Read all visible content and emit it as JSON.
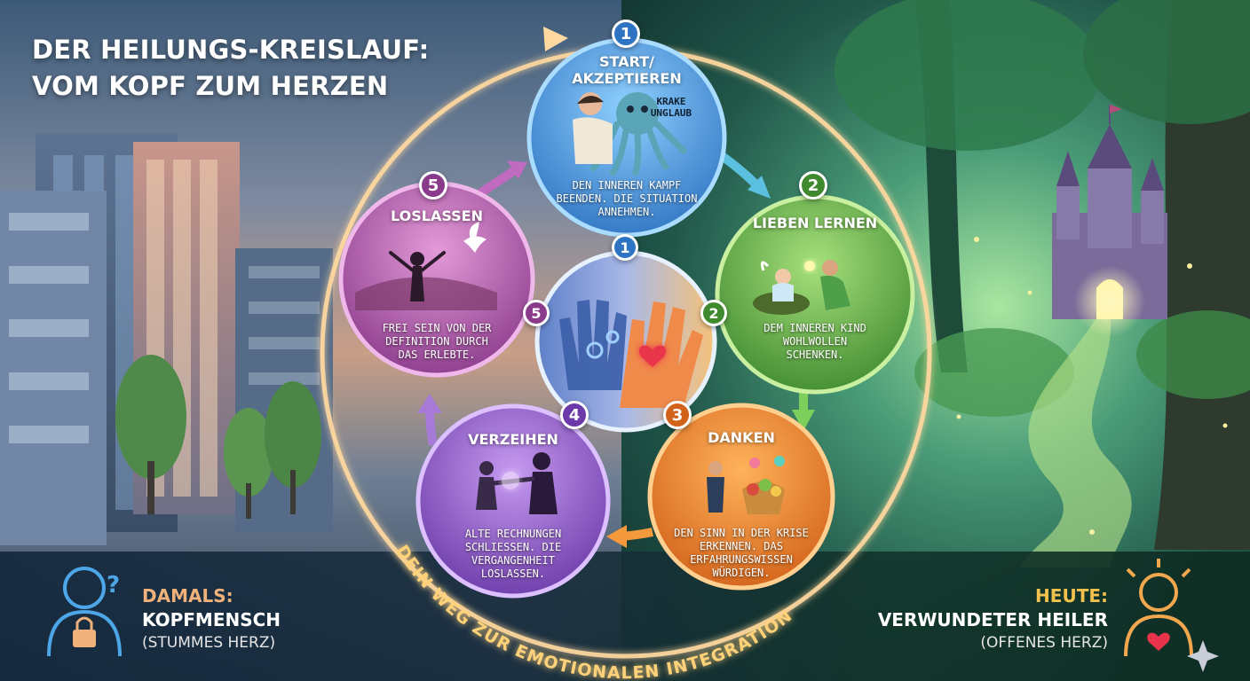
{
  "title": {
    "line1": "DER HEILUNGS-KREISLAUF:",
    "line2": "VOM KOPF ZUM HERZEN"
  },
  "steps": [
    {
      "number": "1",
      "heading_line1": "START/",
      "heading_line2": "AKZEPTIEREN",
      "tag_line1": "KRAKE",
      "tag_line2": "UNGLAUB",
      "desc_lines": [
        "DEN INNEREN KAMPF",
        "BEENDEN. DIE SITUATION",
        "ANNEHMEN."
      ],
      "color": "#3f8fd6"
    },
    {
      "number": "2",
      "heading": "LIEBEN LERNEN",
      "desc_lines": [
        "DEM INNEREN KIND",
        "WOHLWOLLEN",
        "SCHENKEN."
      ],
      "color": "#5aae44"
    },
    {
      "number": "3",
      "heading": "DANKEN",
      "desc_lines": [
        "DEN SINN IN DER KRISE",
        "ERKENNEN. DAS",
        "ERFAHRUNGSWISSEN",
        "WÜRDIGEN."
      ],
      "color": "#e07a1f"
    },
    {
      "number": "4",
      "heading": "VERZEIHEN",
      "desc_lines": [
        "ALTE RECHNUNGEN",
        "SCHLIESSEN. DIE",
        "VERGANGENHEIT",
        "LOSLASSEN."
      ],
      "color": "#8a4fc2"
    },
    {
      "number": "5",
      "heading": "LOSLASSEN",
      "desc_lines": [
        "FREI SEIN VON DER",
        "DEFINITION DURCH",
        "DAS ERLEBTE."
      ],
      "color": "#a8459c"
    }
  ],
  "center_numbers": [
    "1",
    "2",
    "3",
    "4",
    "5"
  ],
  "ring_text": "DEIN WEG ZUR EMOTIONALEN INTEGRATION",
  "left_caption": {
    "label": "DAMALS:",
    "main": "KOPFMENSCH",
    "sub": "(STUMMES HERZ)"
  },
  "right_caption": {
    "label": "HEUTE:",
    "main": "VERWUNDETER HEILER",
    "sub": "(OFFENES HERZ)"
  },
  "icons": [
    "question-head-icon",
    "lock-icon",
    "glowing-heart-person-icon",
    "sparkle-icon",
    "dove-icon",
    "octopus-icon",
    "heart-hand-icon",
    "gear-hand-icon",
    "fruit-basket-icon",
    "castle-icon"
  ],
  "colors": {
    "step1": "#3f8fd6",
    "step2": "#5aae44",
    "step3": "#e07a1f",
    "step4": "#8a4fc2",
    "step5": "#a8459c",
    "ring": "#ffd9a0",
    "label_left": "#f0b27a",
    "label_right": "#f2c14e"
  }
}
